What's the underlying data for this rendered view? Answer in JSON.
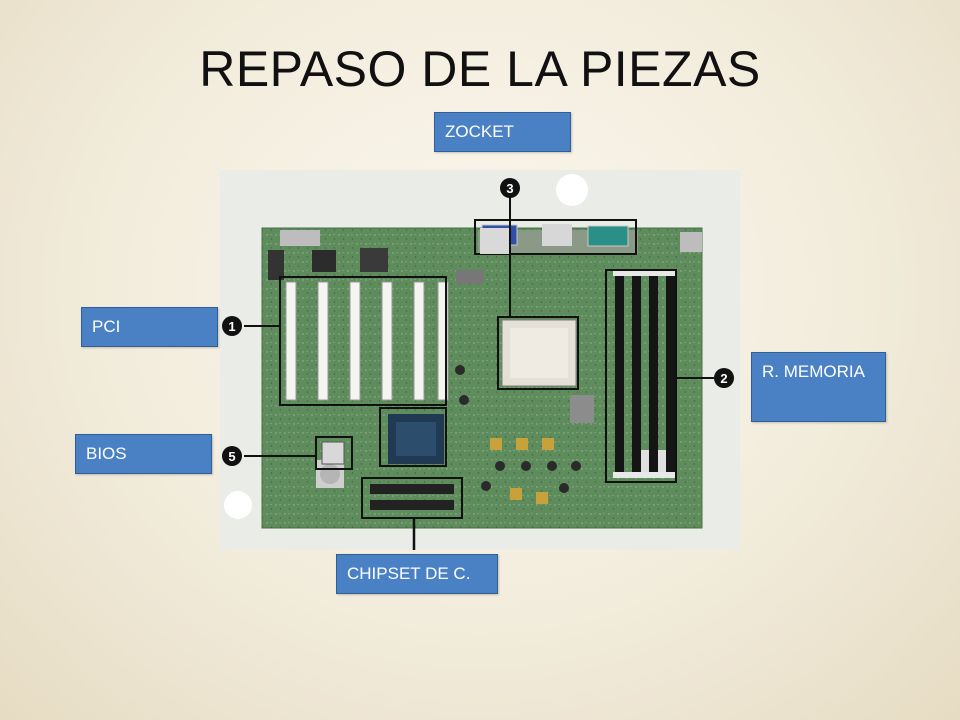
{
  "title": "REPASO DE LA PIEZAS",
  "labels": {
    "zocket": "ZOCKET",
    "pci": "PCI",
    "memoria": "R. MEMORIA",
    "bios": "BIOS",
    "chipset": "CHIPSET DE C."
  },
  "callouts": [
    "1",
    "2",
    "3",
    "5"
  ],
  "colors": {
    "label_fill": "#4a81c4",
    "board_green": "#5e8a5a",
    "slot_white": "#f4f4f0",
    "dimm_black": "#151515",
    "callout_black": "#111111"
  }
}
